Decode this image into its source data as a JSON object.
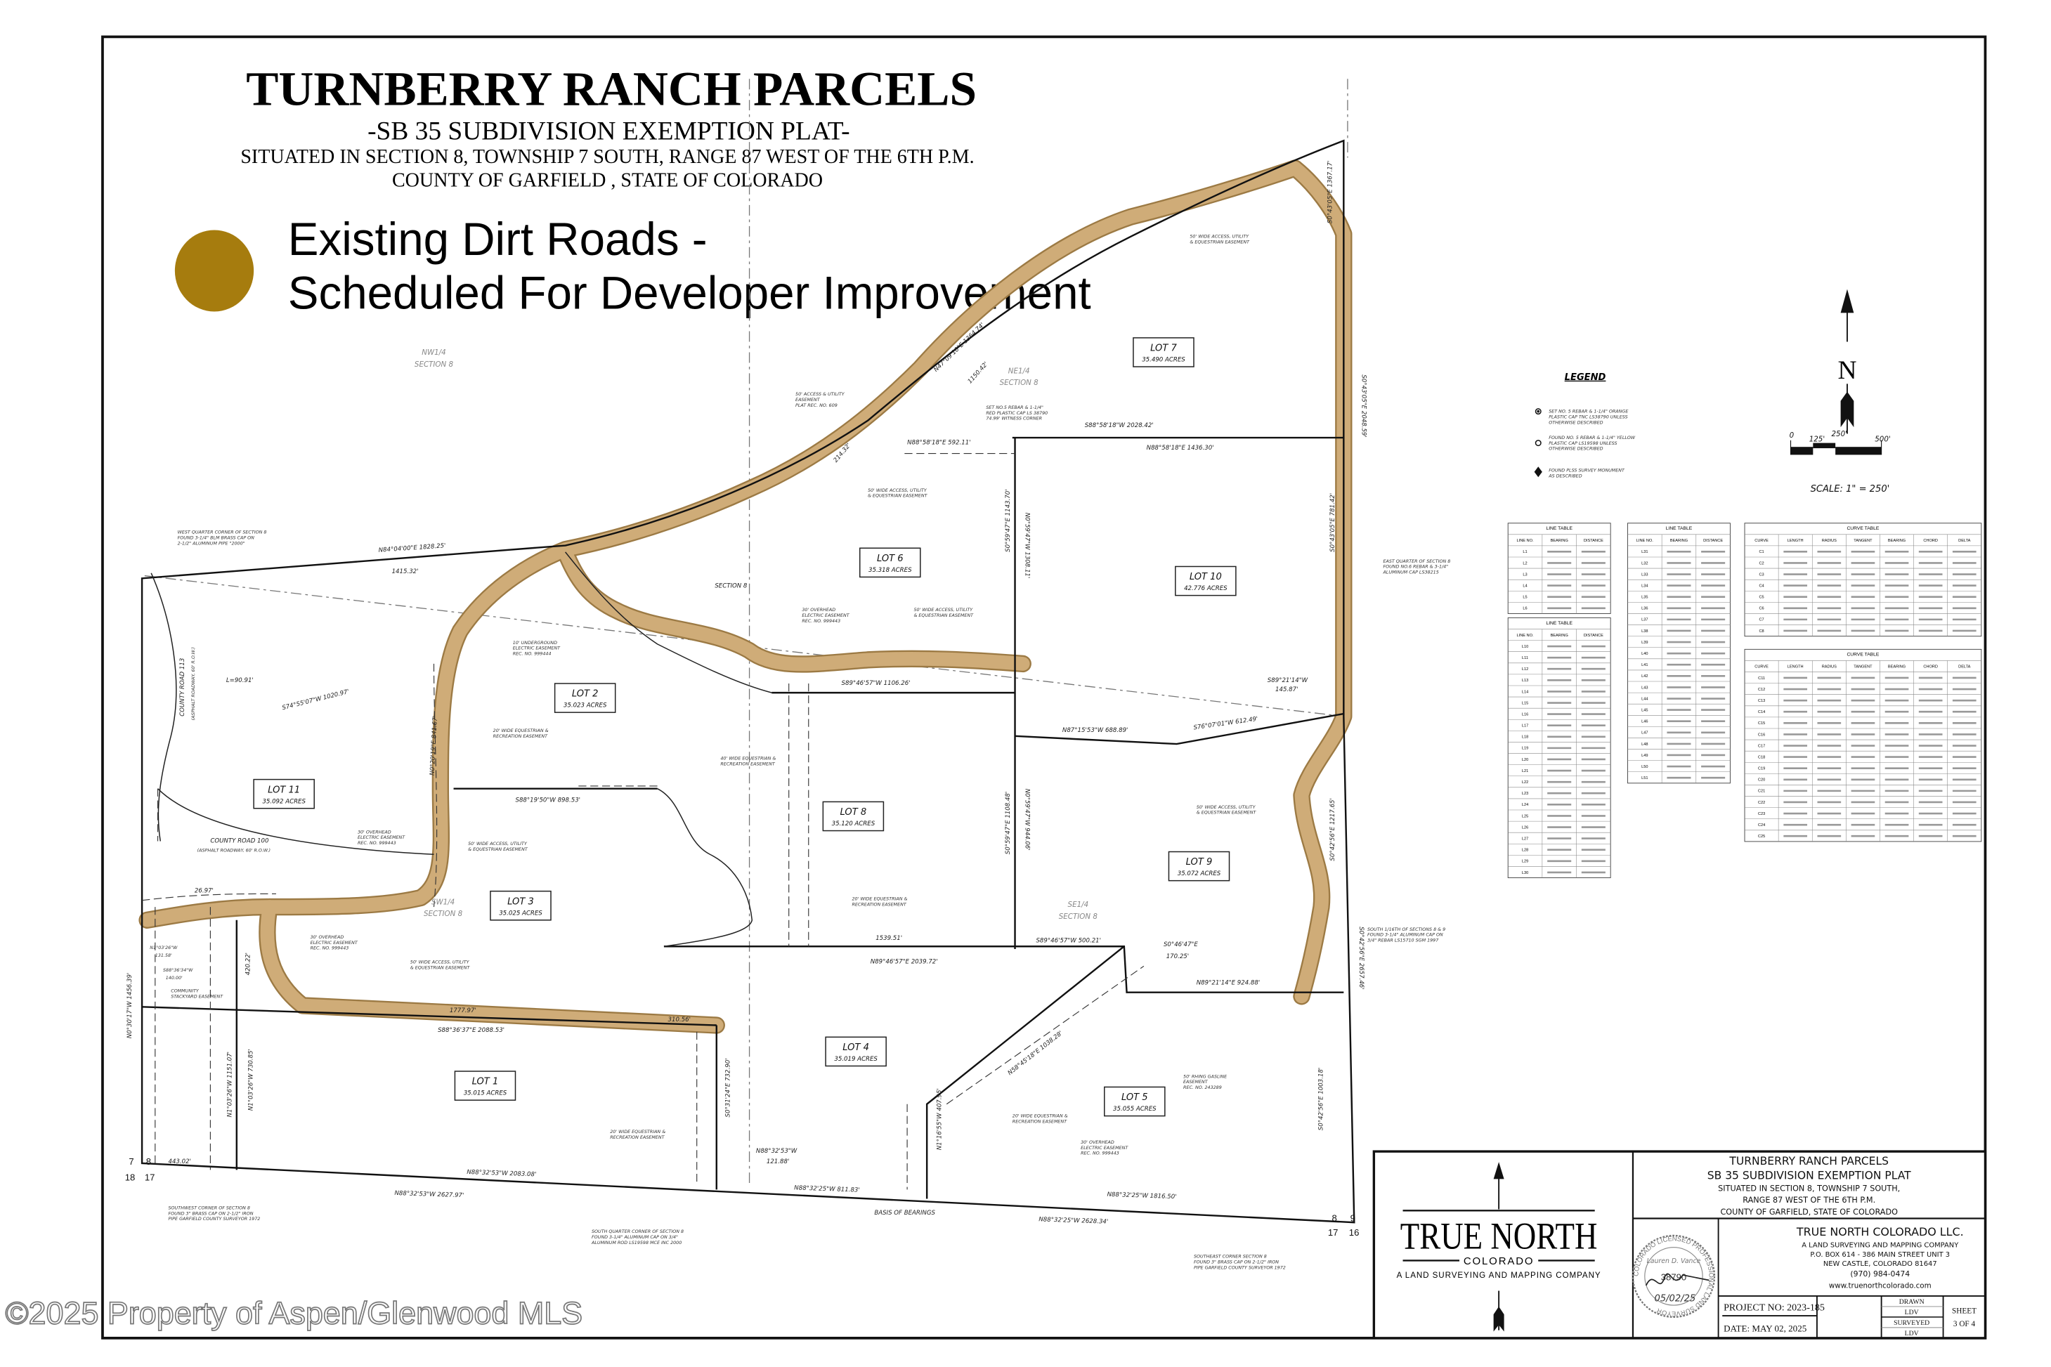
{
  "title": {
    "main": "TURNBERRY RANCH PARCELS",
    "subtitle": "-SB 35 SUBDIVISION EXEMPTION PLAT-",
    "line1": "SITUATED IN SECTION 8, TOWNSHIP 7 SOUTH, RANGE 87 WEST OF THE 6TH P.M.",
    "line2": "COUNTY OF GARFIELD , STATE OF COLORADO"
  },
  "road_legend": {
    "color": "#a67c0e",
    "road_color": "#cfac78",
    "line1": "Existing Dirt Roads -",
    "line2": "Scheduled For Developer Improvement"
  },
  "lots": [
    {
      "name": "LOT 7",
      "acres": "35.490 ACRES"
    },
    {
      "name": "LOT 6",
      "acres": "35.318 ACRES"
    },
    {
      "name": "LOT 10",
      "acres": "42.776 ACRES"
    },
    {
      "name": "LOT 2",
      "acres": "35.023 ACRES"
    },
    {
      "name": "LOT 11",
      "acres": "35.092 ACRES"
    },
    {
      "name": "LOT 8",
      "acres": "35.120 ACRES"
    },
    {
      "name": "LOT 9",
      "acres": "35.072 ACRES"
    },
    {
      "name": "LOT 3",
      "acres": "35.025 ACRES"
    },
    {
      "name": "LOT 4",
      "acres": "35.019 ACRES"
    },
    {
      "name": "LOT 1",
      "acres": "35.015 ACRES"
    },
    {
      "name": "LOT 5",
      "acres": "35.055 ACRES"
    }
  ],
  "sections": {
    "nw": [
      "NW1/4",
      "SECTION 8"
    ],
    "ne": [
      "NE1/4",
      "SECTION 8"
    ],
    "sw": [
      "SW1/4",
      "SECTION 8"
    ],
    "se": [
      "SE1/4",
      "SECTION 8"
    ],
    "center": "SECTION 8"
  },
  "bearings": {
    "b1": "N47°09'10\"E 1364.74'",
    "b2": "1150.42'",
    "b3": "S88°58'18\"W 2028.42'",
    "b4": "N88°58'18\"E 1436.30'",
    "b5": "N88°58'18\"E 592.11'",
    "b6": "N84°04'00\"E 1828.25'",
    "b7": "1415.32'",
    "b8": "S74°55'07\"W 1020.97'",
    "b9": "L=90.91'",
    "b10": "S89°46'57\"W 1106.26'",
    "b11": "N87°15'53\"W 688.89'",
    "b12": "S76°07'01\"W 612.49'",
    "b13": "S89°21'14\"W",
    "b13b": "145.87'",
    "b14": "S88°19'50\"W 898.53'",
    "b15": "1539.51'",
    "b16": "N89°46'57\"E 2039.72'",
    "b17": "S89°46'57\"W 500.21'",
    "b18": "S0°46'47\"E",
    "b18b": "170.25'",
    "b19": "N89°21'14\"E 924.88'",
    "b20": "1777.97'",
    "b21": "S88°36'37\"E 2088.53'",
    "b22": "310.56'",
    "b23": "N58°45'18\"E 1038.28'",
    "b24": "N88°32'53\"W 2083.08'",
    "b25": "N88°32'53\"W 2627.97'",
    "b26": "N88°32'25\"W 811.83'",
    "b27": "N88°32'25\"W 1816.50'",
    "b28": "N88°32'25\"W 2628.34'",
    "b29": "N88°32'53\"W",
    "b29b": "121.88'",
    "b30": "443.02'",
    "b31": "S0°43'05\"E 2048.59'",
    "b32": "S0°43'05\"E 1367.17'",
    "b33": "S0°43'05\"E 781.42'",
    "b34": "S0°42'56\"E 1217.65'",
    "b35": "S0°42'56\"E 2657.46'",
    "b36": "S0°42'56\"E 1003.18'",
    "b37": "N0°30'17\"W 1456.39'",
    "b38": "N0°20'19\"E 841.67'",
    "b39": "S0°59'47\"E 1143.70'",
    "b40": "N0°59'47\"W 1308.11'",
    "b41": "S0°59'47\"E 1108.48'",
    "b42": "N0°59'47\"W 944.06'",
    "b43": "N1°03'26\"W 1151.07'",
    "b44": "N1°03'26\"W 730.85'",
    "b45": "S0°31'24\"E 732.90'",
    "b46": "N1°16'55\"W 407.95'",
    "b47": "420.22'",
    "b48": "26.97'",
    "b49": "N1°03'26\"W",
    "b49b": "131.58'",
    "b50": "S88°36'34\"W",
    "b50b": "140.00'",
    "b51": "214.32'",
    "basis": "BASIS OF BEARINGS"
  },
  "callouts": {
    "county113": "COUNTY ROAD 113",
    "county113b": "(ASPHALT ROADWAY, 60' R.O.W.)",
    "county100": "COUNTY ROAD 100",
    "county100b": "(ASPHALT ROADWAY, 60' R.O.W.)",
    "west_q": [
      "WEST QUARTER CORNER OF SECTION 8",
      "FOUND 3-1/4\" BLM BRASS CAP ON",
      "2-1/2\" ALUMINUM PIPE \"2000\""
    ],
    "east_q": [
      "EAST QUARTER OF SECTION 8",
      "FOUND NO.6 REBAR & 3-1/4\"",
      "ALUMINUM CAP LS38215"
    ],
    "south16": [
      "SOUTH 1/16TH OF SECTIONS 8 & 9",
      "FOUND 3-1/4\" ALUMINUM CAP ON",
      "3/4\" REBAR LS15710 SGM 1997"
    ],
    "sw_corner": [
      "SOUTHWEST CORNER OF SECTION 8",
      "FOUND 3\" BRASS CAP ON 2-1/2\" IRON",
      "PIPE GARFIELD COUNTY SURVEYOR 1972"
    ],
    "s_q": [
      "SOUTH QUARTER CORNER OF SECTION 8",
      "FOUND 3-1/4\" ALUMINUM CAP ON 3/4\"",
      "ALUMINUM ROD LS19598 MCE INC 2000"
    ],
    "se_corner": [
      "SOUTHEAST CORNER SECTION 8",
      "FOUND 3\" BRASS CAP ON 2-1/2\" IRON",
      "PIPE GARFIELD COUNTY SURVEYOR 1972"
    ],
    "access609": [
      "50' ACCESS & UTILITY",
      "EASEMENT",
      "PLAT REC. NO. 609"
    ],
    "witness1": [
      "SET NO.5 REBAR & 1-1/4\"",
      "RED PLASTIC CAP LS 38790",
      "74.99' WITNESS CORNER"
    ],
    "wide1": [
      "50' WIDE ACCESS, UTILITY",
      "& EQUESTRIAN EASEMENT"
    ],
    "wide2": [
      "50' WIDE ACCESS, UTILITY",
      "& EQUESTRIAN EASEMENT"
    ],
    "wide3": [
      "50' WIDE ACCESS, UTILITY",
      "& EQUESTRIAN EASEMENT"
    ],
    "wide4": [
      "50' WIDE ACCESS, UTILITY",
      "& EQUESTRIAN EASEMENT"
    ],
    "wide5": [
      "50' WIDE ACCESS, UTILITY",
      "& EQUESTRIAN EASEMENT"
    ],
    "wide6": [
      "50' WIDE ACCESS, UTILITY",
      "& EQUESTRIAN EASEMENT"
    ],
    "ohe1": [
      "30' OVERHEAD",
      "ELECTRIC EASEMENT",
      "REC. NO. 999443"
    ],
    "ohe2": [
      "30' OVERHEAD",
      "ELECTRIC EASEMENT",
      "REC. NO. 999443"
    ],
    "ohe3": [
      "30' OVERHEAD",
      "ELECTRIC EASEMENT",
      "REC. NO. 999443"
    ],
    "ohe4": [
      "30' OVERHEAD",
      "ELECTRIC EASEMENT",
      "REC. NO. 999443"
    ],
    "ug": [
      "10' UNDERGROUND",
      "ELECTRIC EASEMENT",
      "REC. NO. 999444"
    ],
    "gas": [
      "50' RHING GASLINE",
      "EASEMENT",
      "REC. NO. 243289"
    ],
    "stack": [
      "COMMUNITY",
      "STACKYARD EASEMENT"
    ],
    "equest1": [
      "20' WIDE EQUESTRIAN &",
      "RECREATION EASEMENT"
    ],
    "equest2": [
      "40' WIDE EQUESTRIAN &",
      "RECREATION EASEMENT"
    ],
    "equest3": [
      "20' WIDE EQUESTRIAN &",
      "RECREATION EASEMENT"
    ],
    "equest4": [
      "20' WIDE EQUESTRIAN &",
      "RECREATION EASEMENT"
    ],
    "equest5": [
      "20' WIDE EQUESTRIAN &",
      "RECREATION EASEMENT"
    ]
  },
  "corners": {
    "nw7": "7",
    "ne8": "8",
    "sw18": "18",
    "se17": "17",
    "c8": "8",
    "c9": "9",
    "c17": "17",
    "c16": "16"
  },
  "legend": {
    "title": "LEGEND",
    "items": [
      {
        "icon": "set-rebar-icon",
        "lines": [
          "SET NO. 5 REBAR & 1-1/4\" ORANGE",
          "PLASTIC CAP TNC LS38790 UNLESS",
          "OTHERWISE DESCRIBED"
        ]
      },
      {
        "icon": "found-rebar-icon",
        "lines": [
          "FOUND NO. 5 REBAR & 1-1/4\" YELLOW",
          "PLASTIC CAP LS19598 UNLESS",
          "OTHERWISE DESCRIBED"
        ]
      },
      {
        "icon": "plss-monument-icon",
        "lines": [
          "FOUND PLSS SURVEY MONUMENT",
          "AS DESCRIBED"
        ]
      }
    ]
  },
  "north_arrow": {
    "label": "N"
  },
  "scale_bar": {
    "ticks": [
      "0",
      "125'",
      "250'",
      "500'"
    ],
    "label": "SCALE: 1\" = 250'"
  },
  "tables": [
    {
      "title": "LINE TABLE",
      "headers": [
        "LINE NO.",
        "BEARING",
        "DISTANCE"
      ],
      "rows": [
        "L1",
        "L2",
        "L3",
        "L4",
        "L5",
        "L6"
      ]
    },
    {
      "title": "LINE TABLE",
      "headers": [
        "LINE NO.",
        "BEARING",
        "DISTANCE"
      ],
      "rows": [
        "L31",
        "L32",
        "L33",
        "L34",
        "L35",
        "L36",
        "L37",
        "L38",
        "L39",
        "L40",
        "L41",
        "L42",
        "L43",
        "L44",
        "L45",
        "L46",
        "L47",
        "L48",
        "L49",
        "L50",
        "L51"
      ]
    },
    {
      "title": "CURVE TABLE",
      "headers": [
        "CURVE",
        "LENGTH",
        "RADIUS",
        "TANGENT",
        "BEARING",
        "CHORD",
        "DELTA"
      ],
      "rows": [
        "C1",
        "C2",
        "C3",
        "C4",
        "C5",
        "C6",
        "C7",
        "C8"
      ]
    },
    {
      "title": "LINE TABLE",
      "headers": [
        "LINE NO.",
        "BEARING",
        "DISTANCE"
      ],
      "rows": [
        "L10",
        "L11",
        "L12",
        "L13",
        "L14",
        "L15",
        "L16",
        "L17",
        "L18",
        "L19",
        "L20",
        "L21",
        "L22",
        "L23",
        "L24",
        "L25",
        "L26",
        "L27",
        "L28",
        "L29",
        "L30"
      ]
    },
    {
      "title": "CURVE TABLE",
      "headers": [
        "CURVE",
        "LENGTH",
        "RADIUS",
        "TANGENT",
        "BEARING",
        "CHORD",
        "DELTA"
      ],
      "rows": [
        "C11",
        "C12",
        "C13",
        "C14",
        "C15",
        "C16",
        "C17",
        "C18",
        "C19",
        "C20",
        "C21",
        "C22",
        "C23",
        "C24",
        "C25"
      ]
    }
  ],
  "title_block": {
    "logo_main": "TRUE NORTH",
    "logo_sub": "COLORADO",
    "logo_tag": "A LAND SURVEYING AND MAPPING COMPANY",
    "plat_lines": [
      "TURNBERRY RANCH PARCELS",
      "SB 35 SUBDIVISION EXEMPTION PLAT",
      "SITUATED IN SECTION 8, TOWNSHIP 7 SOUTH,",
      "RANGE 87 WEST OF THE 6TH P.M.",
      "COUNTY OF GARFIELD, STATE OF COLORADO"
    ],
    "seal_ring": "COLORADO LICENSED PROFESSIONAL LAND SURVEYOR",
    "seal_name": "Lauren D. Vance",
    "seal_number": "38790",
    "seal_date": "05/02/25",
    "company": "TRUE NORTH COLORADO LLC.",
    "company_lines": [
      "A LAND SURVEYING AND MAPPING COMPANY",
      "P.O. BOX 614 - 386 MAIN STREET UNIT 3",
      "NEW CASTLE, COLORADO 81647",
      "(970) 984-0474",
      "www.truenorthcolorado.com"
    ],
    "project_no": "PROJECT NO: 2023-185",
    "date": "DATE: MAY 02, 2025",
    "drawn_label": "DRAWN",
    "drawn_by": "LDV",
    "surveyed_label": "SURVEYED",
    "surveyed_by": "LDV",
    "sheet_label": "SHEET",
    "sheet_value": "3 OF 4"
  },
  "watermark": "©2025 Property of Aspen/Glenwood MLS"
}
